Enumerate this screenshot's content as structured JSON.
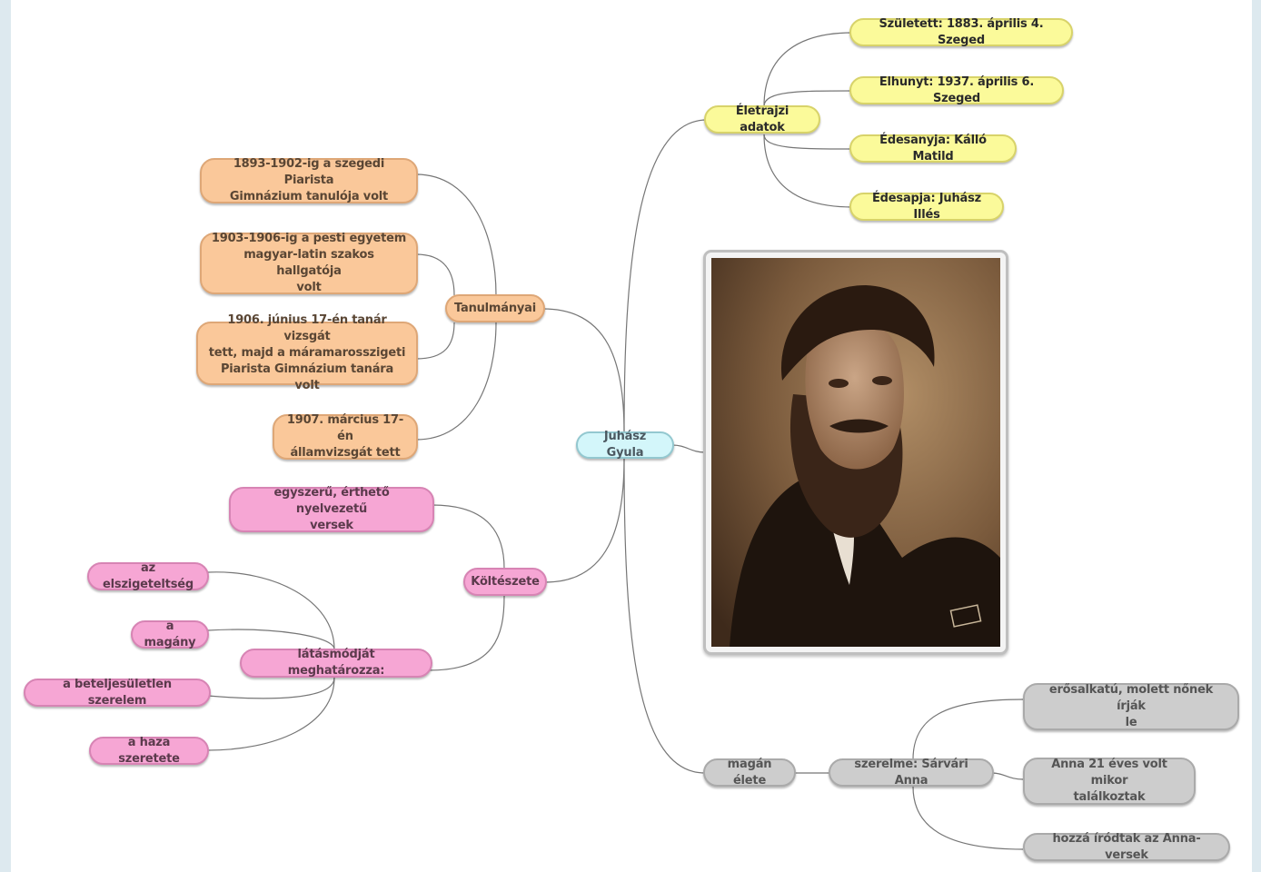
{
  "center": "Juhász Gyula",
  "eletrajz": {
    "title": "Életrajzi adatok",
    "items": [
      "Született: 1883. április 4. Szeged",
      "Elhunyt: 1937. április 6. Szeged",
      "Édesanyja: Kálló Matild",
      "Édesapja: Juhász Illés"
    ]
  },
  "tanulmanyai": {
    "title": "Tanulmányai",
    "items": [
      [
        "1893-1902-ig  a szegedi Piarista",
        "Gimnázium tanulója volt"
      ],
      [
        "1903-1906-ig a pesti egyetem",
        "magyar-latin szakos hallgatója",
        "volt"
      ],
      [
        "1906. június 17-én tanár vizsgát",
        "tett, majd a máramarosszigeti",
        "Piarista Gimnázium tanára volt"
      ],
      [
        "1907. március 17-én",
        "államvizsgát tett"
      ]
    ]
  },
  "kolteszete": {
    "title": "Költészete",
    "simple": [
      "egyszerű, érthető nyelvezetű",
      "versek"
    ],
    "latasmod": {
      "title": "látásmódját meghatározza:",
      "items": [
        "az elszigeteltség",
        "a magány",
        "a beteljesületlen szerelem",
        "a haza szeretete"
      ]
    }
  },
  "magan": {
    "title": "magán élete",
    "szerelme": {
      "title": "szerelme: Sárvári Anna",
      "items": [
        [
          "erősalkatú, molett nőnek írják",
          "le"
        ],
        [
          "Anna 21 éves volt mikor",
          "találkoztak"
        ],
        [
          "hozzá íródtak az Anna-versek"
        ]
      ]
    }
  },
  "colors": {
    "yellow": "#fbfa9a",
    "orange": "#fac89a",
    "pink": "#f6a6d4",
    "gray": "#cdcdcd",
    "cyan": "#d3f6fa",
    "link": "#6f6f6f"
  },
  "portrait": {
    "icon": "portrait-photo"
  }
}
